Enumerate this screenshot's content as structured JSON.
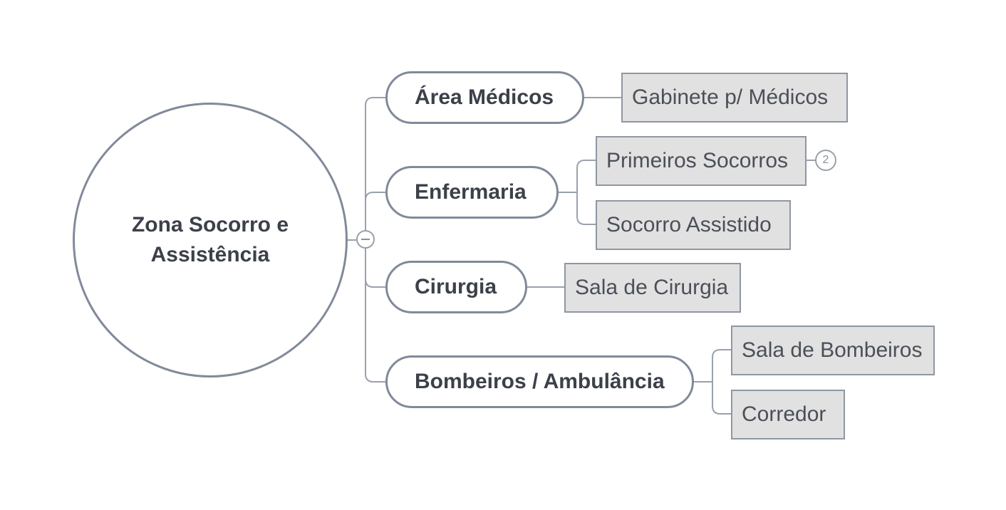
{
  "root": {
    "label": "Zona Socorro e Assistência"
  },
  "branches": [
    {
      "label": "Área Médicos",
      "children": [
        "Gabinete p/ Médicos"
      ]
    },
    {
      "label": "Enfermaria",
      "children": [
        "Primeiros Socorros",
        "Socorro Assistido"
      ]
    },
    {
      "label": "Cirurgia",
      "children": [
        "Sala de Cirurgia"
      ]
    },
    {
      "label": "Bombeiros / Ambulância",
      "children": [
        "Sala de Bombeiros",
        "Corredor"
      ]
    }
  ],
  "collapsed_count": "2",
  "colors": {
    "line": "#818a99",
    "leaf_fill": "#e1e1e1",
    "text": "#3c4049"
  }
}
